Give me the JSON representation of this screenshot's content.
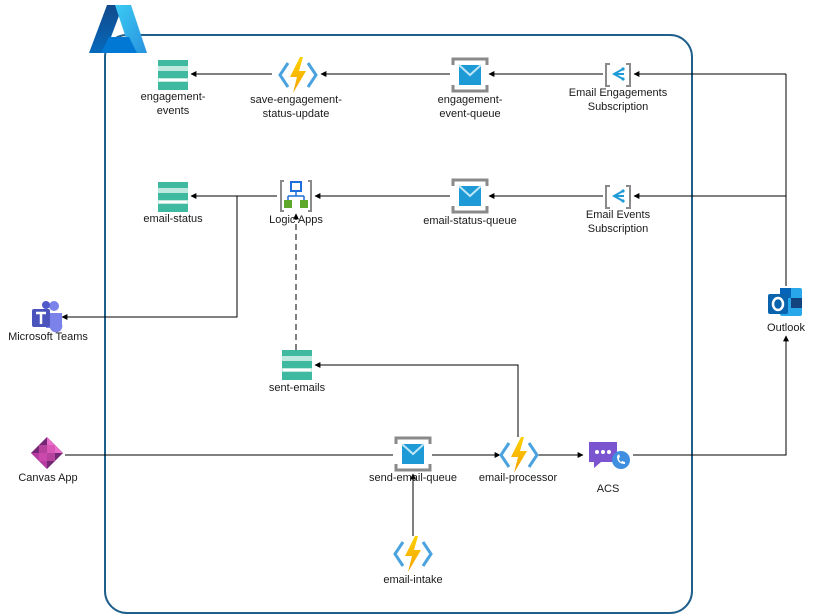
{
  "nodes": {
    "engagement_events": {
      "label": "engagement-\nevents",
      "icon": "storage-table-icon"
    },
    "save_engagement": {
      "label": "save-engagement-\nstatus-update",
      "icon": "azure-function-icon"
    },
    "engagement_event_queue": {
      "label": "engagement-\nevent-queue",
      "icon": "storage-queue-icon"
    },
    "email_engagements_sub": {
      "label": "Email Engagements\nSubscription",
      "icon": "event-grid-subscription-icon"
    },
    "email_status": {
      "label": "email-status",
      "icon": "storage-table-icon"
    },
    "logic_apps": {
      "label": "Logic Apps",
      "icon": "logic-apps-icon"
    },
    "email_status_queue": {
      "label": "email-status-queue",
      "icon": "storage-queue-icon"
    },
    "email_events_sub": {
      "label": "Email Events\nSubscription",
      "icon": "event-grid-subscription-icon"
    },
    "teams": {
      "label": "Microsoft Teams",
      "icon": "microsoft-teams-icon"
    },
    "outlook": {
      "label": "Outlook",
      "icon": "outlook-icon"
    },
    "sent_emails": {
      "label": "sent-emails",
      "icon": "storage-table-icon"
    },
    "canvas_app": {
      "label": "Canvas App",
      "icon": "power-apps-icon"
    },
    "send_email_queue": {
      "label": "send-email-queue",
      "icon": "storage-queue-icon"
    },
    "email_processor": {
      "label": "email-processor",
      "icon": "azure-function-icon"
    },
    "acs": {
      "label": "ACS",
      "icon": "communication-services-icon"
    },
    "email_intake": {
      "label": "email-intake",
      "icon": "azure-function-icon"
    }
  },
  "boundary": {
    "icon": "azure-logo-icon"
  },
  "colors": {
    "boundary": "#1f5f8b",
    "line": "#000000",
    "table_green": "#3fb9a0",
    "table_light": "#bfe8de",
    "function_yellow": "#f7b500",
    "function_bracket": "#4aa3df",
    "queue_gray": "#8a8a8a",
    "queue_envelope": "#1e9bd7",
    "teams_purple": "#5059c9",
    "outlook_blue": "#0a64ad",
    "powerapps_magenta": "#b73aa5",
    "acs_purple": "#7b54d0",
    "azure_blue": "#0078d4"
  }
}
